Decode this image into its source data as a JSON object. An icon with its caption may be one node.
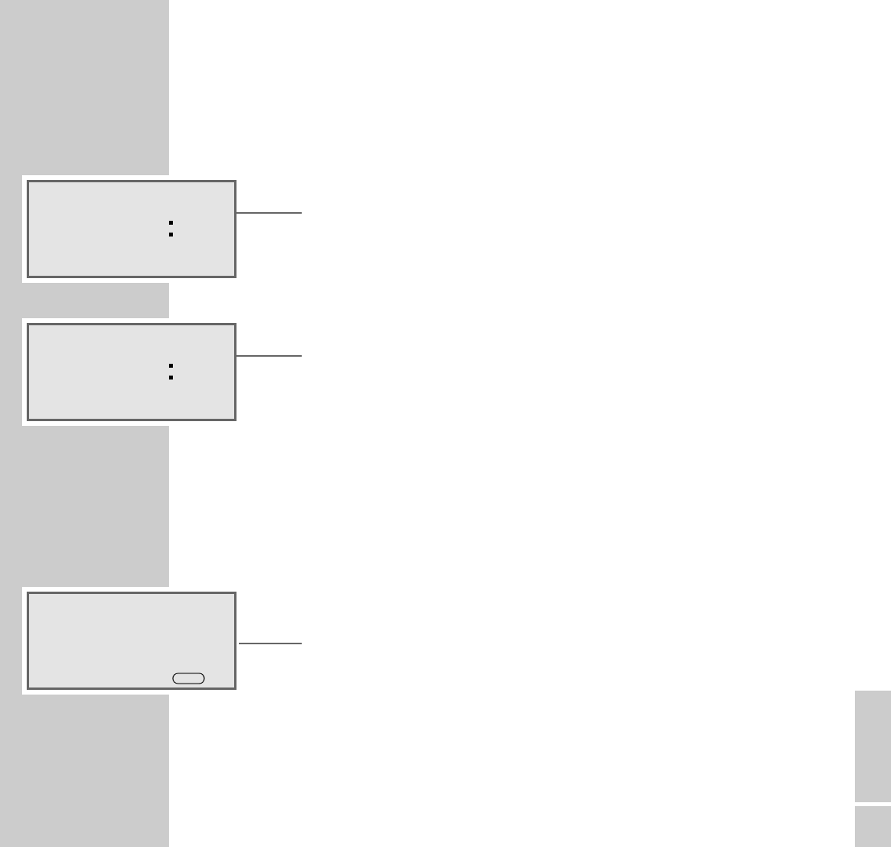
{
  "diagram": {
    "nodes": [
      {
        "text": [],
        "shape": "box"
      },
      {
        "text": [],
        "shape": "box"
      },
      {
        "text": [],
        "shape": "box"
      }
    ],
    "edges": [
      {
        "from": 0,
        "to": null,
        "arrow": "none"
      },
      {
        "from": 1,
        "to": null,
        "arrow": "none"
      },
      {
        "from": 2,
        "to": null,
        "arrow": "none"
      }
    ]
  }
}
